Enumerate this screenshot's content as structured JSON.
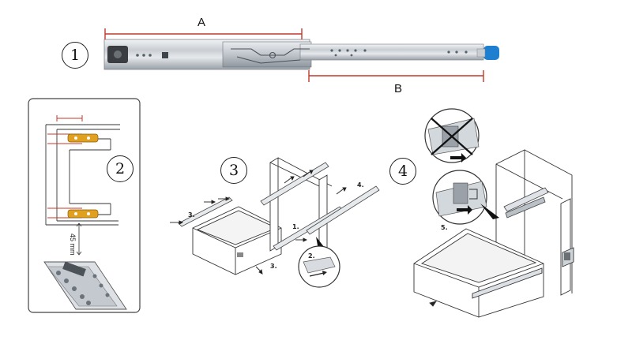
{
  "steps": [
    {
      "number": "1"
    },
    {
      "number": "2"
    },
    {
      "number": "3"
    },
    {
      "number": "4"
    }
  ],
  "dimensions": {
    "a": "A",
    "b": "B"
  },
  "panel2": {
    "measure": "45 mm"
  },
  "panel3": {
    "labels": [
      "3.",
      "3.",
      "1.",
      "2.",
      "4."
    ]
  },
  "panel4": {
    "labels": [
      "5."
    ]
  },
  "colors": {
    "dimension_line": "#c0392b",
    "handle": "#1e7fd0",
    "bracket": "#e0a020",
    "line": "#333333"
  }
}
